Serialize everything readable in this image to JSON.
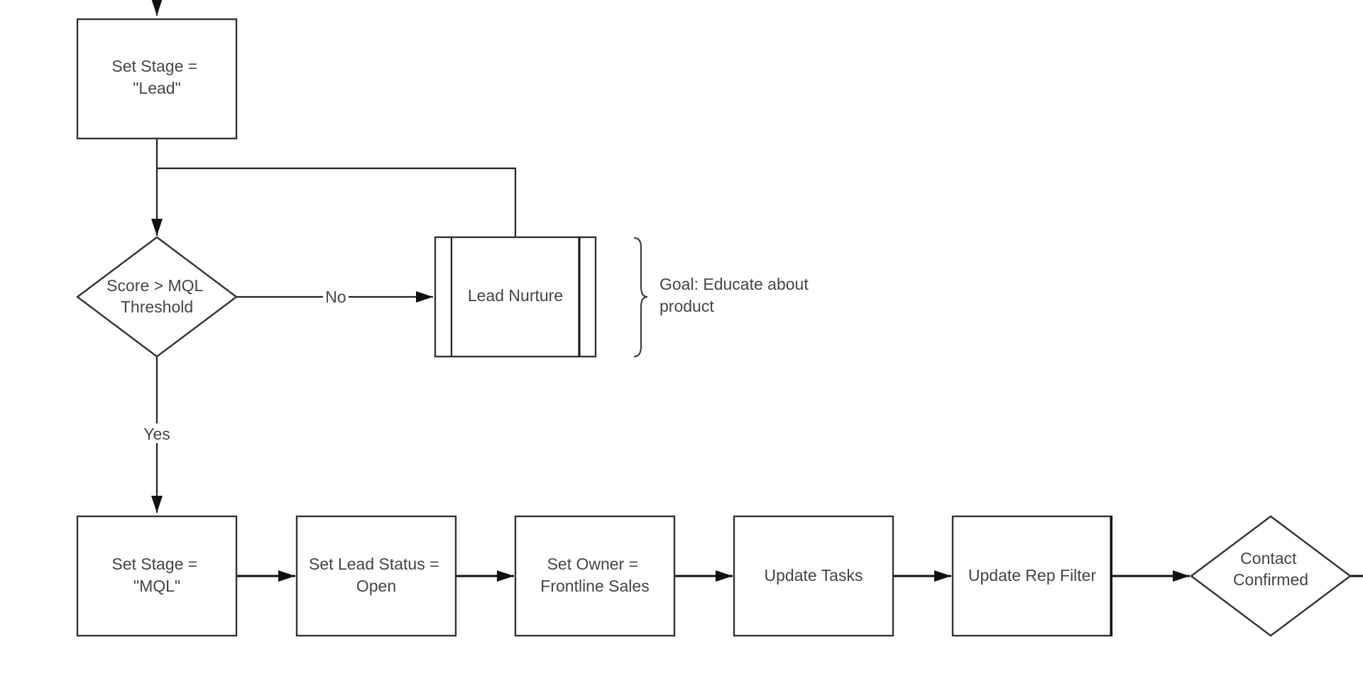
{
  "nodes": {
    "set_stage_lead": {
      "lines": [
        "Set Stage =",
        "\"Lead\""
      ]
    },
    "score_decision": {
      "lines": [
        "Score > MQL",
        "Threshold"
      ]
    },
    "lead_nurture": {
      "lines": [
        "Lead Nurture"
      ]
    },
    "goal_note": {
      "lines": [
        "Goal: Educate about",
        "product"
      ]
    },
    "set_stage_mql": {
      "lines": [
        "Set Stage =",
        "\"MQL\""
      ]
    },
    "set_lead_status": {
      "lines": [
        "Set Lead Status =",
        "Open"
      ]
    },
    "set_owner": {
      "lines": [
        "Set Owner =",
        "Frontline Sales"
      ]
    },
    "update_tasks": {
      "lines": [
        "Update Tasks"
      ]
    },
    "update_rep_filter": {
      "lines": [
        "Update Rep Filter"
      ]
    },
    "contact_confirmed": {
      "lines": [
        "Contact",
        "Confirmed"
      ]
    }
  },
  "edge_labels": {
    "no": "No",
    "yes": "Yes"
  },
  "colors": {
    "stroke": "#333333",
    "text": "#444444",
    "background": "#ffffff"
  }
}
